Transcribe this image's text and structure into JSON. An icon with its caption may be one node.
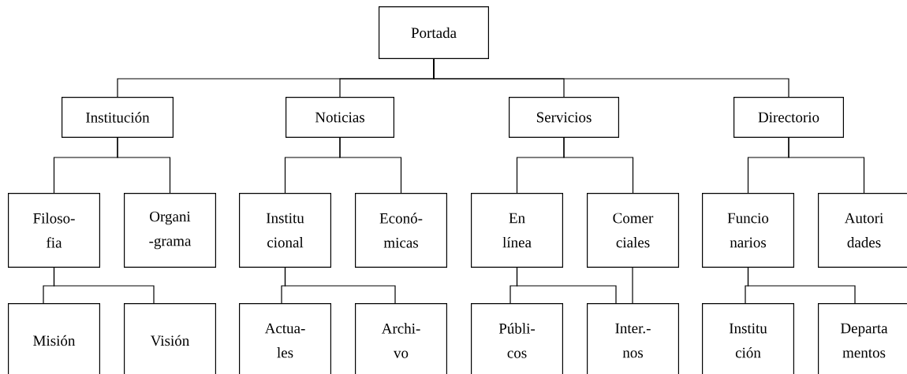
{
  "diagram": {
    "nodes": [
      {
        "text": [
          "Portada"
        ]
      },
      {
        "text": [
          "Institución"
        ]
      },
      {
        "text": [
          "Noticias"
        ]
      },
      {
        "text": [
          "Servicios"
        ]
      },
      {
        "text": [
          "Directorio"
        ]
      },
      {
        "text": [
          "Filoso- fia"
        ]
      },
      {
        "text": [
          "Organi -grama"
        ]
      },
      {
        "text": [
          "Institu cional"
        ]
      },
      {
        "text": [
          "Econó- micas"
        ]
      },
      {
        "text": [
          "En línea"
        ]
      },
      {
        "text": [
          "Comer ciales"
        ]
      },
      {
        "text": [
          "Funcio narios"
        ]
      },
      {
        "text": [
          "Autori dades"
        ]
      },
      {
        "text": [
          "Misión"
        ]
      },
      {
        "text": [
          "Visión"
        ]
      },
      {
        "text": [
          "Actua- les"
        ]
      },
      {
        "text": [
          "Archi- vo"
        ]
      },
      {
        "text": [
          "Públi- cos"
        ]
      },
      {
        "text": [
          "Inter.- nos"
        ]
      },
      {
        "text": [
          "Institu ción"
        ]
      },
      {
        "text": [
          "Departa mentos"
        ]
      }
    ],
    "edges": [
      {
        "from": 0,
        "to": 1,
        "arrow": "none"
      },
      {
        "from": 0,
        "to": 2,
        "arrow": "none"
      },
      {
        "from": 0,
        "to": 3,
        "arrow": "none"
      },
      {
        "from": 0,
        "to": 4,
        "arrow": "none"
      },
      {
        "from": 1,
        "to": 5,
        "arrow": "none"
      },
      {
        "from": 1,
        "to": 6,
        "arrow": "none"
      },
      {
        "from": 2,
        "to": 7,
        "arrow": "none"
      },
      {
        "from": 2,
        "to": 8,
        "arrow": "none"
      },
      {
        "from": 3,
        "to": 9,
        "arrow": "none"
      },
      {
        "from": 3,
        "to": 10,
        "arrow": "none"
      },
      {
        "from": 4,
        "to": 11,
        "arrow": "none"
      },
      {
        "from": 4,
        "to": 12,
        "arrow": "none"
      },
      {
        "from": 5,
        "to": 13,
        "arrow": "none"
      },
      {
        "from": 5,
        "to": 14,
        "arrow": "none"
      },
      {
        "from": 7,
        "to": 15,
        "arrow": "none"
      },
      {
        "from": 7,
        "to": 16,
        "arrow": "none"
      },
      {
        "from": 9,
        "to": 17,
        "arrow": "none"
      },
      {
        "from": 9,
        "to": 18,
        "arrow": "none"
      },
      {
        "from": 10,
        "to": 18,
        "arrow": "none"
      },
      {
        "from": 11,
        "to": 19,
        "arrow": "none"
      },
      {
        "from": 11,
        "to": 20,
        "arrow": "none"
      }
    ]
  }
}
